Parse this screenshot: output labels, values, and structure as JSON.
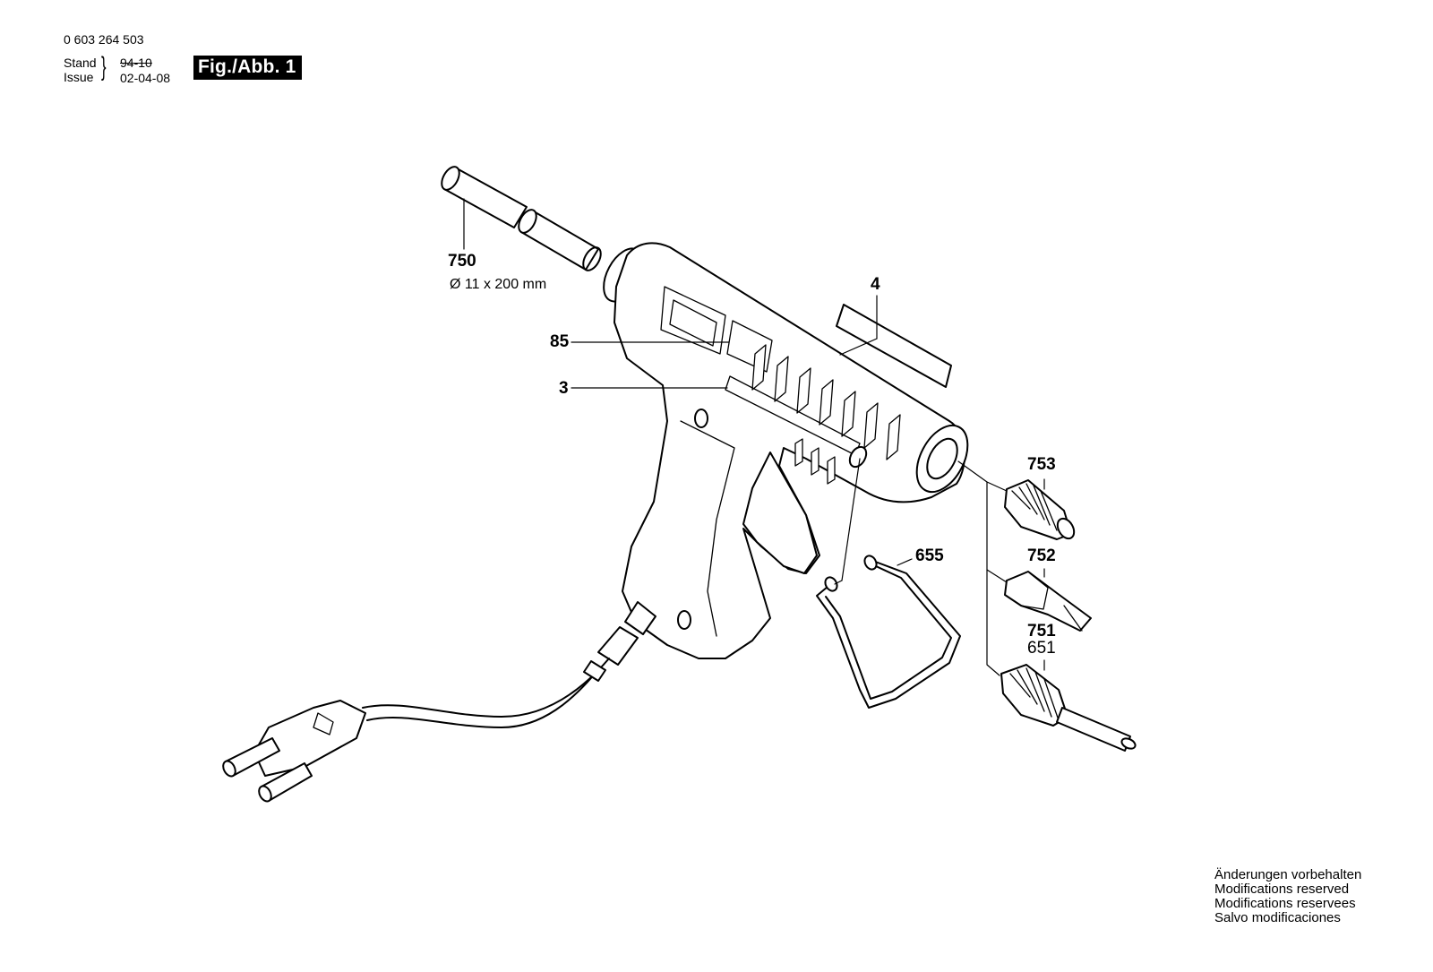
{
  "header": {
    "part_number": "0 603 264 503",
    "stand_label": "Stand",
    "issue_label": "Issue",
    "stand_value": "94-10",
    "issue_value": "02-04-08",
    "figure_label": "Fig./Abb. 1"
  },
  "callouts": {
    "glue_stick": "750",
    "glue_stick_size": "Ø 11 x 200 mm",
    "label_85": "85",
    "housing_3": "3",
    "nameplate_4": "4",
    "stand_655": "655",
    "nozzle_753": "753",
    "nozzle_752": "752",
    "nozzle_751": "751",
    "nozzle_651": "651"
  },
  "footer": {
    "line1": "Änderungen vorbehalten",
    "line2": "Modifications reserved",
    "line3": "Modifications reservees",
    "line4": "Salvo modificaciones"
  }
}
